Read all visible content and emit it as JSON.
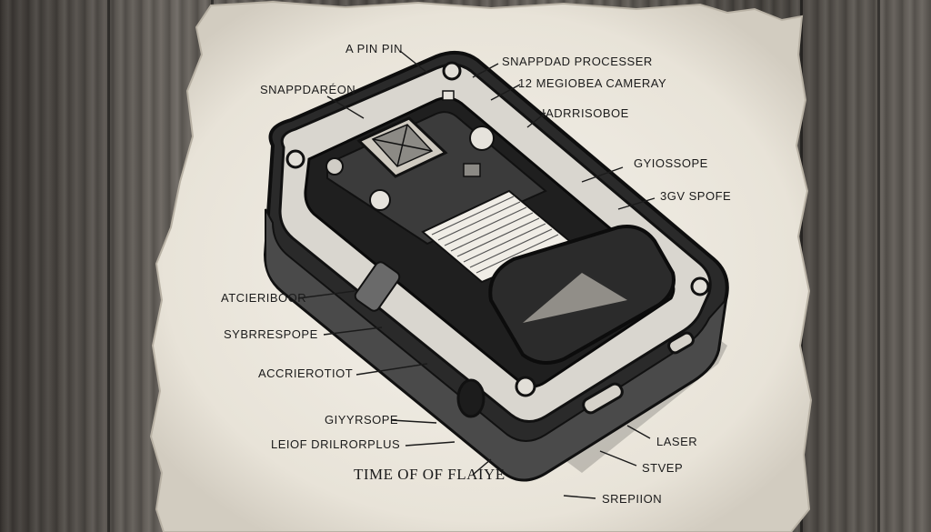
{
  "labels": {
    "a_pin_pin": "A PIN PIN",
    "snappdad_processer": "SNAPPDAD PROCESSER",
    "megiobea_cameray": "12 MEGIOBEA CAMERAY",
    "snappdaron": "SNAPPDARÉON",
    "iadrrisoboe": "IADRRISOBOE",
    "gyiossope": "GYIOSSOPE",
    "3gv_spofe": "3GV SPOFE",
    "atcieriboor": "ATCIERIBOOR",
    "sybrrespope": "SYBRRESPOPE",
    "accrierotiot": "ACCRIEROTIOT",
    "giyyrsope": "GIYYRSOPE",
    "leiof_drilrorplus": "LEIOF DRILRORPLUS",
    "time_of_flaiye": "TIME OF OF FLAIYE",
    "laser": "LASER",
    "stvep": "STVEP",
    "srepiion": "SREPIION"
  },
  "colors": {
    "paper": "#efebe2",
    "ink": "#141414",
    "wood": "#5f5a54"
  }
}
